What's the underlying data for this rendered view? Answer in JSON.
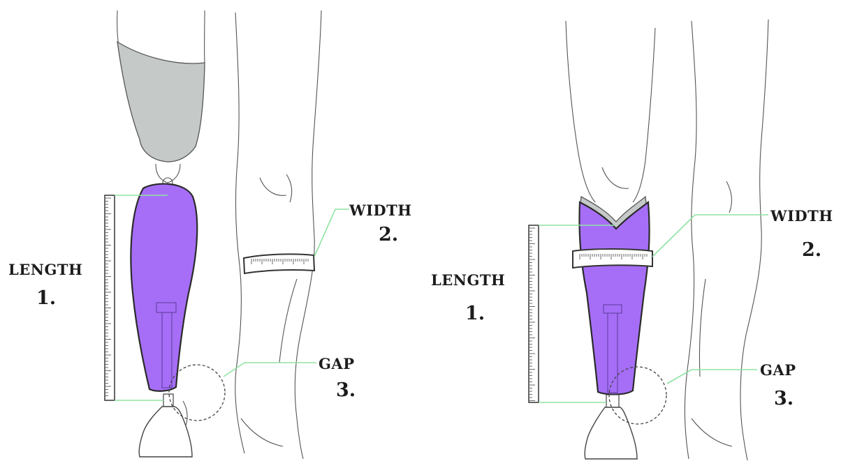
{
  "colors": {
    "socket": "#a66ef7",
    "liner": "#c5cac9",
    "guide": "#8fe3a2",
    "outline": "#444444",
    "label": "#1c1c1c"
  },
  "figures": [
    {
      "length": {
        "word": "LENGTH",
        "num": "1."
      },
      "width": {
        "word": "WIDTH",
        "num": "2."
      },
      "gap": {
        "word": "GAP",
        "num": "3."
      }
    },
    {
      "length": {
        "word": "LENGTH",
        "num": "1."
      },
      "width": {
        "word": "WIDTH",
        "num": "2."
      },
      "gap": {
        "word": "GAP",
        "num": "3."
      }
    }
  ]
}
